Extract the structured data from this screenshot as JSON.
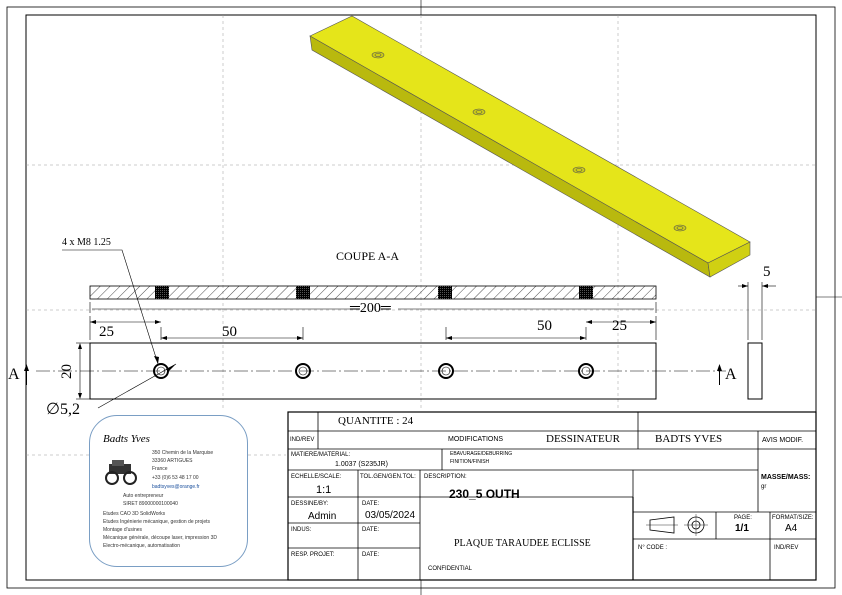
{
  "drawing": {
    "section_title": "COUPE A-A",
    "hole_callout": "4 x M8 1.25",
    "dim_total": "200",
    "dim_left_25": "25",
    "dim_left_50": "50",
    "dim_right_50": "50",
    "dim_right_25": "25",
    "dim_height": "20",
    "dim_thickness": "5",
    "dim_diameter": "∅5,2",
    "section_mark_left": "A",
    "section_mark_right": "A"
  },
  "colors": {
    "part_yellow": "#e5e51a",
    "part_yellow_dark": "#b9b90e",
    "card_border": "#7a9ec4"
  },
  "title_block": {
    "quantite": "QUANTITE : 24",
    "ind_rev": "IND/REV",
    "modifications": "MODIFICATIONS",
    "dessinateur_label": "DESSINATEUR",
    "dessinateur_value": "BADTS YVES",
    "avis_modif": "AVIS MODIF.",
    "matiere_label": "MATIERE/MATERIAL:",
    "matiere_value": "1.0037 (S235JR)",
    "ebavurage": "EBAVURAGE/DEBURRING",
    "finition": "FINITION/FINISH",
    "echelle_label": "ECHELLE/SCALE:",
    "echelle_value": "1:1",
    "tol_gen": "TOL.GEN/GEN.TOL:",
    "description_label": "DESCRIPTION:",
    "description_value": "230_5 OUTH",
    "masse_label": "MASSE/MASS:",
    "masse_unit": "gr",
    "dessine_label": "DESSINE/BY:",
    "dessine_value": "Admin",
    "date_label": "DATE:",
    "date_value": "03/05/2024",
    "page_label": "PAGE:",
    "page_value": "1/1",
    "format_label": "FORMAT/SIZE:",
    "format_value": "A4",
    "indus_label": "INDUS:",
    "date2_label": "DATE:",
    "title_value": "PLAQUE TARAUDEE ECLISSE",
    "n_code": "N° CODE :",
    "ind_rev2": "IND/REV",
    "resp_label": "RESP. PROJET:",
    "date3_label": "DATE:",
    "confidential": "CONFIDENTIAL"
  },
  "card": {
    "name": "Badts Yves",
    "line1": "350 Chemin de la Marquise",
    "line2": "33360 ARTIGUES",
    "line3": "France",
    "line4": "+33 (0)6 53 48 17 00",
    "line5": "badtsyves@orange.fr",
    "line6": "Auto entrepreneur",
    "line7": "SIRET 89000000100040",
    "line8": "Etudes CAO 3D SolidWorks",
    "line9": "Etudes Ingénierie mécanique, gestion de projets",
    "line10": "Montage d'usines",
    "line11": "Mécanique générale, découpe laser, impression 3D",
    "line12": "Electro-mécanique, automatisation"
  }
}
